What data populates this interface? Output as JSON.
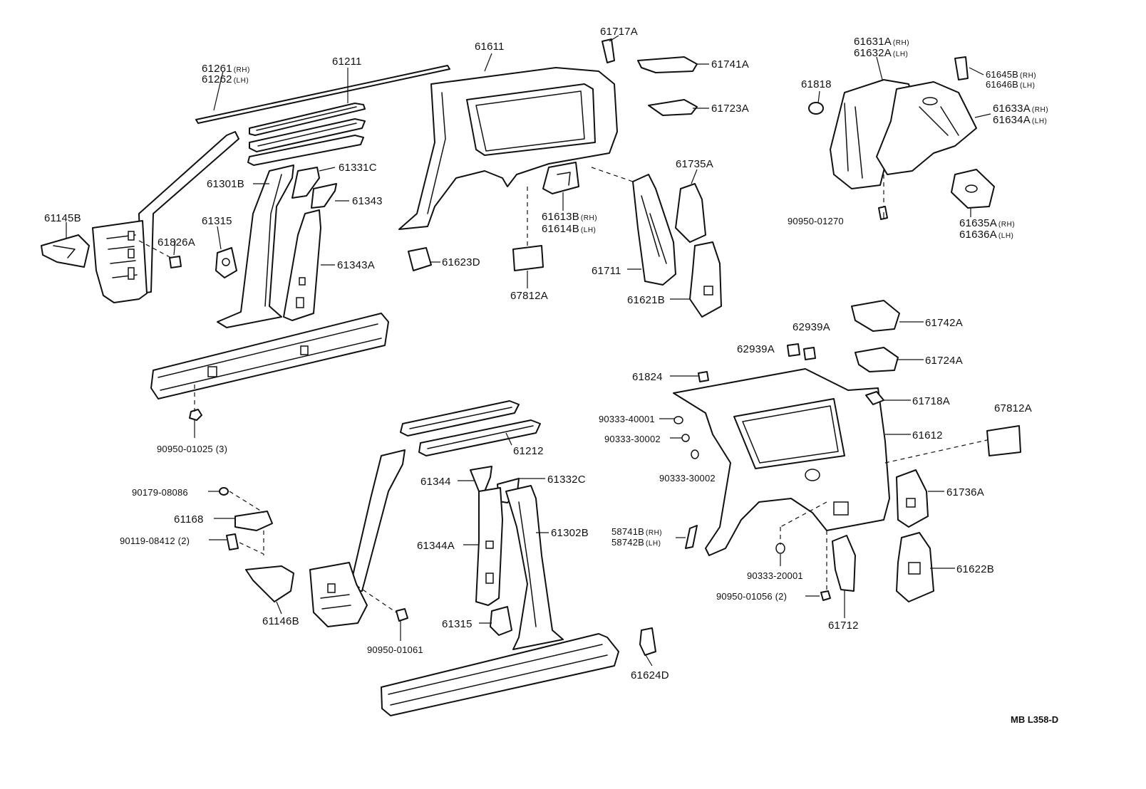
{
  "drawing_code": "MB L358-D",
  "callouts": [
    {
      "text": "61261",
      "side": "(RH)"
    },
    {
      "text": "61262",
      "side": "(LH)"
    },
    {
      "text": "61211",
      "side": ""
    },
    {
      "text": "61611",
      "side": ""
    },
    {
      "text": "61717A",
      "side": ""
    },
    {
      "text": "61741A",
      "side": ""
    },
    {
      "text": "61723A",
      "side": ""
    },
    {
      "text": "61631A",
      "side": "(RH)"
    },
    {
      "text": "61632A",
      "side": "(LH)"
    },
    {
      "text": "61645B",
      "side": "(RH)"
    },
    {
      "text": "61646B",
      "side": "(LH)"
    },
    {
      "text": "61818",
      "side": ""
    },
    {
      "text": "61633A",
      "side": "(RH)"
    },
    {
      "text": "61634A",
      "side": "(LH)"
    },
    {
      "text": "61331C",
      "side": ""
    },
    {
      "text": "61301B",
      "side": ""
    },
    {
      "text": "61343",
      "side": ""
    },
    {
      "text": "61145B",
      "side": ""
    },
    {
      "text": "61315",
      "side": ""
    },
    {
      "text": "61826A",
      "side": ""
    },
    {
      "text": "61343A",
      "side": ""
    },
    {
      "text": "61613B",
      "side": "(RH)"
    },
    {
      "text": "61614B",
      "side": "(LH)"
    },
    {
      "text": "61735A",
      "side": ""
    },
    {
      "text": "90950-01270",
      "side": ""
    },
    {
      "text": "61635A",
      "side": "(RH)"
    },
    {
      "text": "61636A",
      "side": "(LH)"
    },
    {
      "text": "61623D",
      "side": ""
    },
    {
      "text": "67812A",
      "side": ""
    },
    {
      "text": "61711",
      "side": ""
    },
    {
      "text": "61621B",
      "side": ""
    },
    {
      "text": "61742A",
      "side": ""
    },
    {
      "text": "62939A",
      "side": ""
    },
    {
      "text": "62939A",
      "side": ""
    },
    {
      "text": "61724A",
      "side": ""
    },
    {
      "text": "61824",
      "side": ""
    },
    {
      "text": "90333-40001",
      "side": ""
    },
    {
      "text": "61718A",
      "side": ""
    },
    {
      "text": "67812A",
      "side": ""
    },
    {
      "text": "90950-01025 (3)",
      "side": ""
    },
    {
      "text": "90333-30002",
      "side": ""
    },
    {
      "text": "61612",
      "side": ""
    },
    {
      "text": "61212",
      "side": ""
    },
    {
      "text": "90333-30002",
      "side": ""
    },
    {
      "text": "90179-08086",
      "side": ""
    },
    {
      "text": "61344",
      "side": ""
    },
    {
      "text": "61332C",
      "side": ""
    },
    {
      "text": "61736A",
      "side": ""
    },
    {
      "text": "61168",
      "side": ""
    },
    {
      "text": "90119-08412 (2)",
      "side": ""
    },
    {
      "text": "61344A",
      "side": ""
    },
    {
      "text": "61302B",
      "side": ""
    },
    {
      "text": "58741B",
      "side": "(RH)"
    },
    {
      "text": "58742B",
      "side": "(LH)"
    },
    {
      "text": "90333-20001",
      "side": ""
    },
    {
      "text": "61622B",
      "side": ""
    },
    {
      "text": "61146B",
      "side": ""
    },
    {
      "text": "61315",
      "side": ""
    },
    {
      "text": "90950-01056 (2)",
      "side": ""
    },
    {
      "text": "61712",
      "side": ""
    },
    {
      "text": "90950-01061",
      "side": ""
    },
    {
      "text": "61624D",
      "side": ""
    }
  ]
}
